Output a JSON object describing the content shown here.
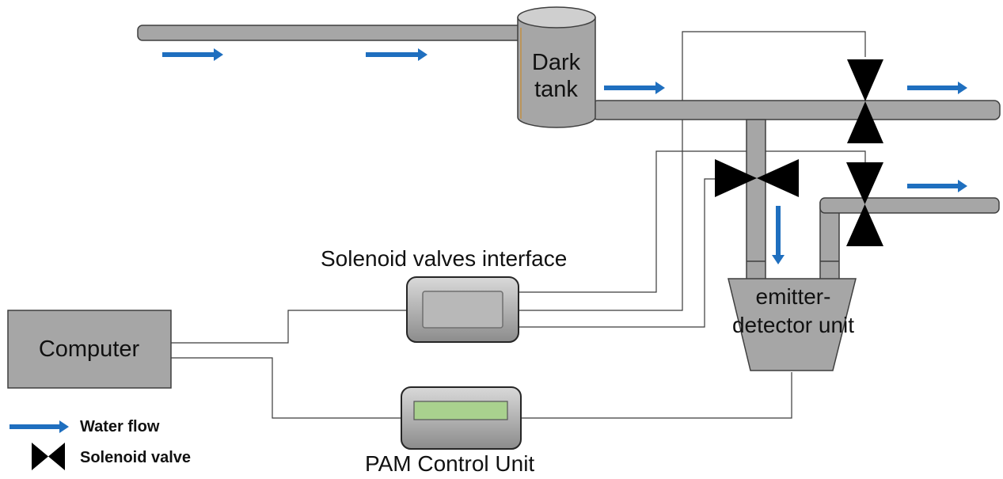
{
  "colors": {
    "pipe_fill": "#a6a6a6",
    "pipe_stroke": "#3f3f3f",
    "flow_arrow": "#1f6fbf",
    "valve": "#000000",
    "lcd": "#a9d18e",
    "wire": "#3a3a3a"
  },
  "labels": {
    "tank": "Dark tank",
    "emitter": "emitter-detector unit",
    "computer": "Computer",
    "solenoid_interface": "Solenoid valves  interface",
    "pam_control": "PAM Control Unit"
  },
  "legend": {
    "water_flow": "Water flow",
    "solenoid_valve": "Solenoid valve"
  },
  "icons": {
    "flow_arrow": "right-arrow-icon",
    "valve": "bowtie-valve-icon"
  }
}
